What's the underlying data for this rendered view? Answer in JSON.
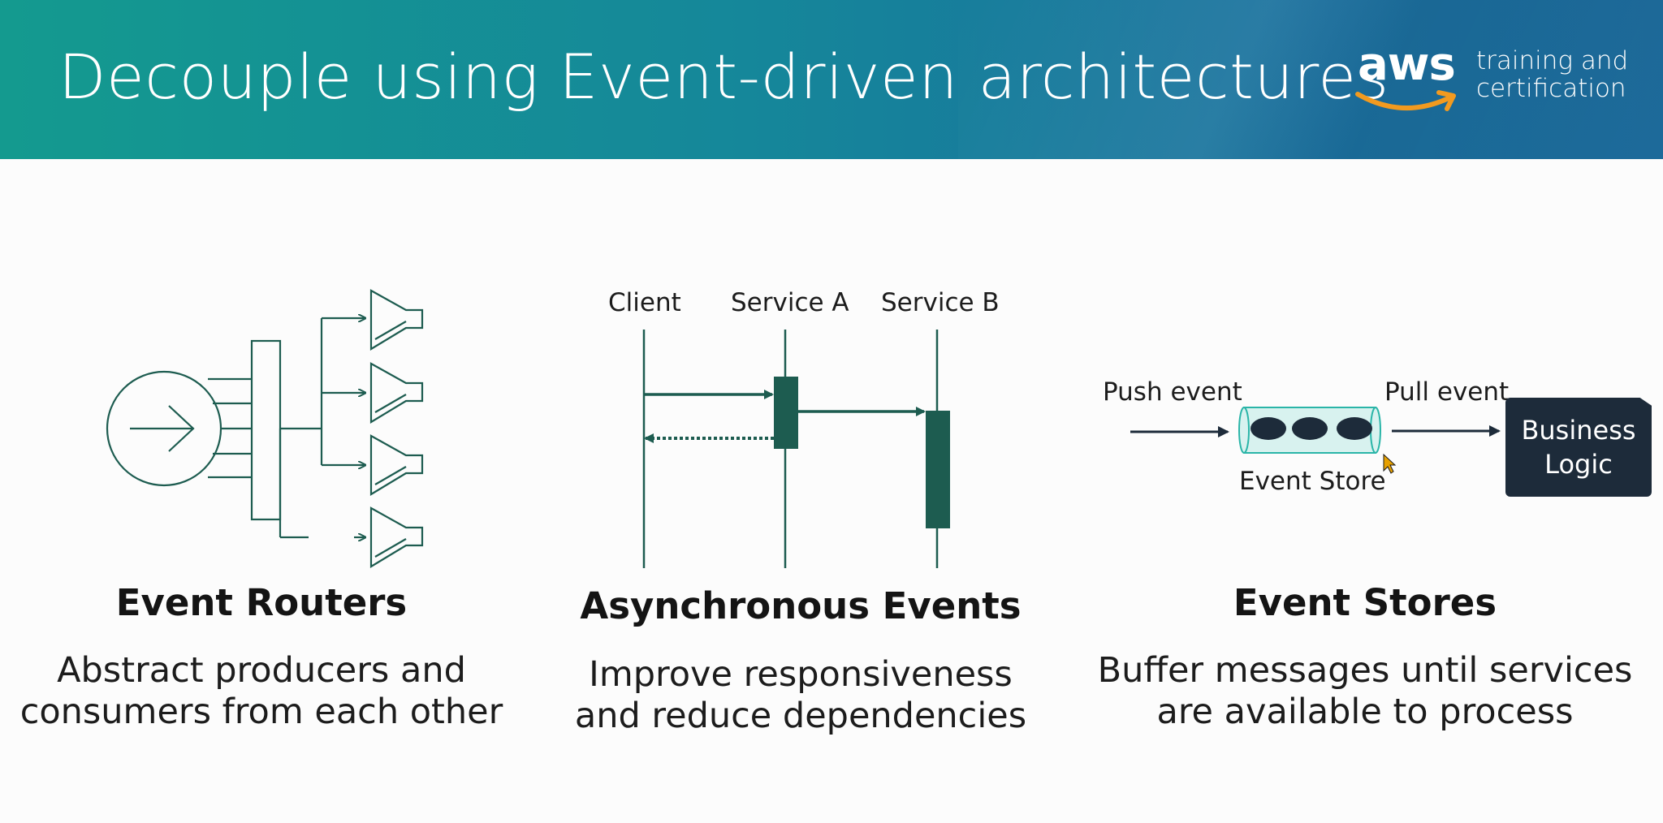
{
  "header": {
    "title": "Decouple using Event-driven architectures",
    "logo": {
      "brand": "aws",
      "line1": "training and",
      "line2": "certification"
    }
  },
  "colors": {
    "header_teal": "#149a8f",
    "header_blue": "#1d6a9a",
    "diagram_green": "#1d5c50",
    "dark_box": "#1d2b3a",
    "aws_orange": "#f29a1f"
  },
  "panels": [
    {
      "heading": "Event Routers",
      "description_line1": "Abstract producers and",
      "description_line2": "consumers from each other",
      "icons": [
        "arrow-circle-icon",
        "router-bus-icon",
        "consumer-funnel-icon"
      ]
    },
    {
      "heading": "Asynchronous Events",
      "description_line1": "Improve responsiveness",
      "description_line2": "and reduce dependencies",
      "lifelines": [
        "Client",
        "Service A",
        "Service B"
      ]
    },
    {
      "heading": "Event Stores",
      "description_line1": "Buffer messages until services",
      "description_line2": "are available to process",
      "push_label": "Push event",
      "pull_label": "Pull event",
      "store_label": "Event Store",
      "box_label": "Business\nLogic"
    }
  ]
}
